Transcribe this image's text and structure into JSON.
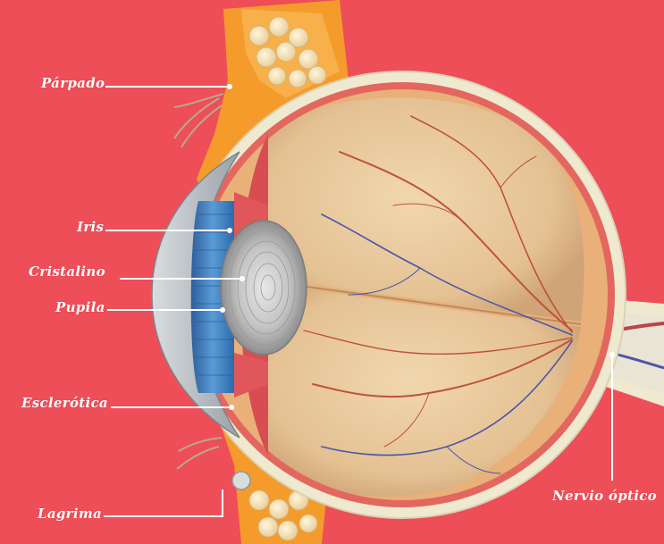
{
  "colors": {
    "background": "#ee4e58",
    "eyeball": "#e6c79d",
    "sclera": "#efe9cf",
    "choroid": "#d9555b",
    "eyelid": "#f59b2c",
    "iris": "#3f86c8",
    "lens": "#b9b9b9",
    "vessel_red": "#c0523a",
    "vessel_blue": "#4a57a8"
  },
  "labels": {
    "parpado": "Párpado",
    "iris": "Iris",
    "cristalino": "Cristalino",
    "pupila": "Pupila",
    "esclerotica": "Esclerótica",
    "lagrima": "Lagrima",
    "nervio_optico": "Nervio óptico"
  }
}
